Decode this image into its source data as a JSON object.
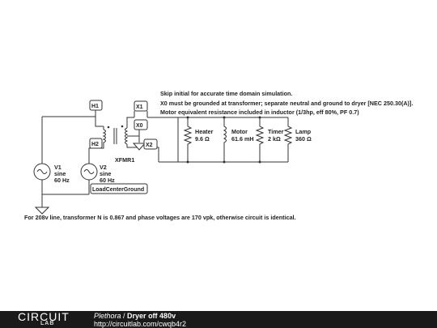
{
  "notes": {
    "line1": "Skip initial for accurate time domain simulation.",
    "line2": "X0 must be grounded at transformer; separate neutral and ground to dryer [NEC 250.30(A)].",
    "line3": "Motor equivalent resistance included in inductor (1/3hp, eff 80%, PF 0.7)",
    "bottom": "For 208v line, transformer N is 0.867 and phase voltages are 170 vpk, otherwise circuit is identical."
  },
  "flags": {
    "h1": "H1",
    "h2": "H2",
    "x1": "X1",
    "x0": "X0",
    "x2": "X2",
    "ground_flag": "LoadCenterGround"
  },
  "transformer": {
    "name": "XFMR1"
  },
  "sources": [
    {
      "name": "V1",
      "type": "sine",
      "freq": "60 Hz"
    },
    {
      "name": "V2",
      "type": "sine",
      "freq": "60 Hz"
    }
  ],
  "loads": [
    {
      "name": "Heater",
      "value": "9.6 Ω"
    },
    {
      "name": "Motor",
      "value": "61.6 mH"
    },
    {
      "name": "Timer",
      "value": "2 kΩ"
    },
    {
      "name": "Lamp",
      "value": "360 Ω"
    }
  ],
  "footer": {
    "logo_main": "CIRCUIT",
    "logo_sub": "LAB",
    "author": "Plethora",
    "separator": " / ",
    "title": "Dryer off 480v",
    "url": "http://circuitlab.com/cwqb4r2"
  }
}
